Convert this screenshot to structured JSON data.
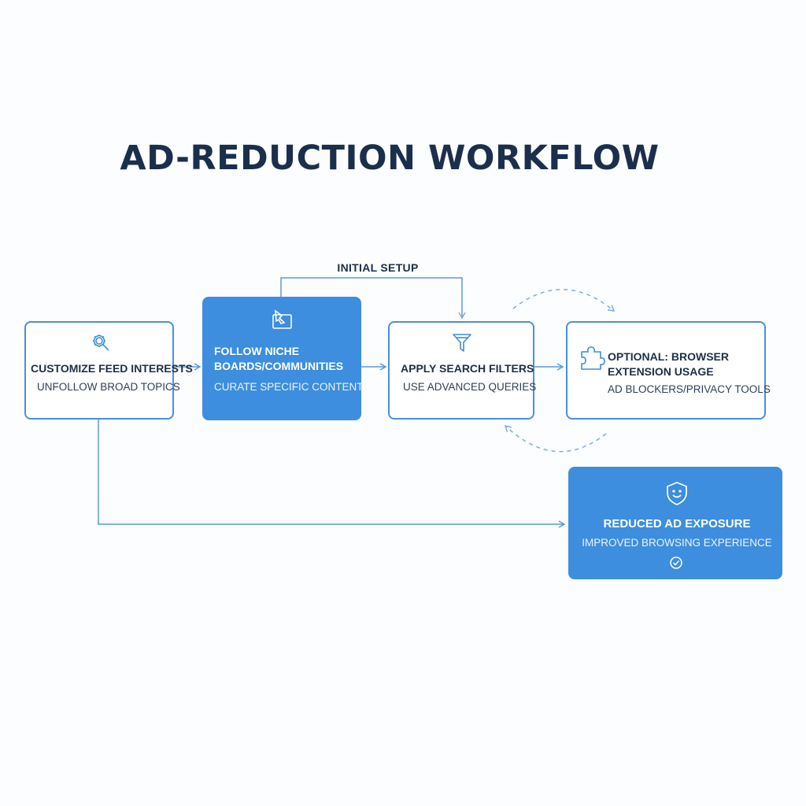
{
  "title": "AD-REDUCTION WORKFLOW",
  "loop_label": "INITIAL SETUP",
  "steps": [
    {
      "title": "CUSTOMIZE FEED INTERESTS",
      "subtitle": "UNFOLLOW BROAD TOPICS",
      "icon": "gear-search-icon"
    },
    {
      "title": "FOLLOW NICHE BOARDS/COMMUNITIES",
      "subtitle": "CURATE SPECIFIC CONTENT",
      "icon": "pin-board-icon"
    },
    {
      "title": "APPLY SEARCH FILTERS",
      "subtitle": "USE ADVANCED QUERIES",
      "icon": "filter-funnel-icon"
    },
    {
      "title": "OPTIONAL: BROWSER EXTENSION USAGE",
      "subtitle": "AD BLOCKERS/PRIVACY TOOLS",
      "icon": "puzzle-piece-icon"
    }
  ],
  "result": {
    "title": "REDUCED AD EXPOSURE",
    "subtitle": "IMPROVED BROWSING EXPERIENCE",
    "icon": "shield-smile-icon",
    "badge_icon": "check-circle-icon"
  },
  "colors": {
    "accent": "#3d8ede",
    "border": "#4a90d9",
    "title_text": "#1b2f4c",
    "dashed": "#7aaedf"
  }
}
